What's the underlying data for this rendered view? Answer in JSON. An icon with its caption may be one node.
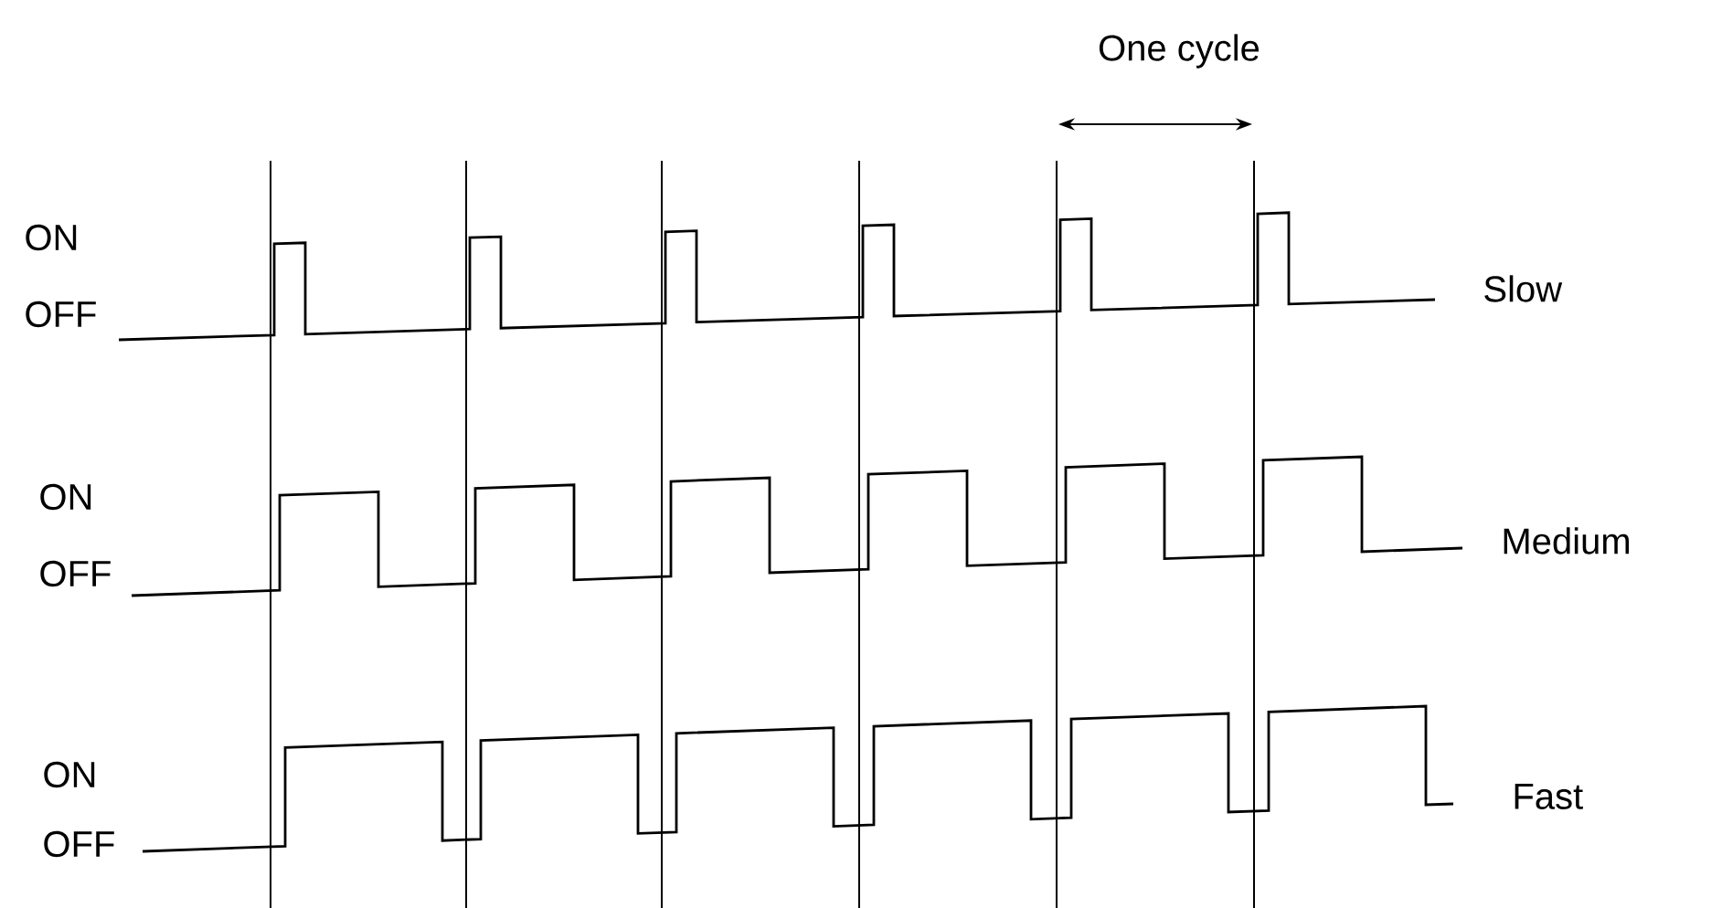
{
  "diagram": {
    "labels": [
      "One cycle",
      "ON",
      "OFF",
      "Slow",
      "ON",
      "OFF",
      "Medium",
      "ON",
      "OFF",
      "Fast"
    ]
  }
}
